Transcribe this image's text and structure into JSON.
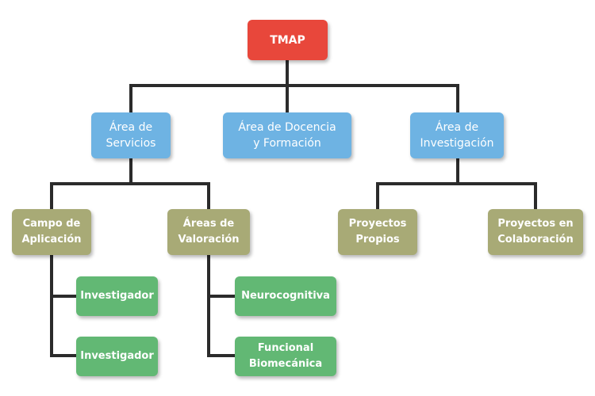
{
  "diagram": {
    "root": {
      "label": "TMAP",
      "color": "#e8473b"
    },
    "areas": [
      {
        "label": "Área de\nServicios",
        "color": "#6eb3e3"
      },
      {
        "label": "Área de Docencia\ny Formación",
        "color": "#6eb3e3"
      },
      {
        "label": "Área de\nInvestigación",
        "color": "#6eb3e3"
      }
    ],
    "servicios_children": [
      {
        "label": "Campo de\nAplicación",
        "color": "#a8aa76"
      },
      {
        "label": "Áreas de\nValoración",
        "color": "#a8aa76"
      }
    ],
    "investigacion_children": [
      {
        "label": "Proyectos\nPropios",
        "color": "#a8aa76"
      },
      {
        "label": "Proyectos en\nColaboración",
        "color": "#a8aa76"
      }
    ],
    "campo_children": [
      {
        "label": "Investigador",
        "color": "#62b874"
      },
      {
        "label": "Investigador",
        "color": "#62b874"
      }
    ],
    "valoracion_children": [
      {
        "label": "Neurocognitiva",
        "color": "#62b874"
      },
      {
        "label": "Funcional\nBiomecánica",
        "color": "#62b874"
      }
    ],
    "connector_color": "#2b2b2b"
  }
}
